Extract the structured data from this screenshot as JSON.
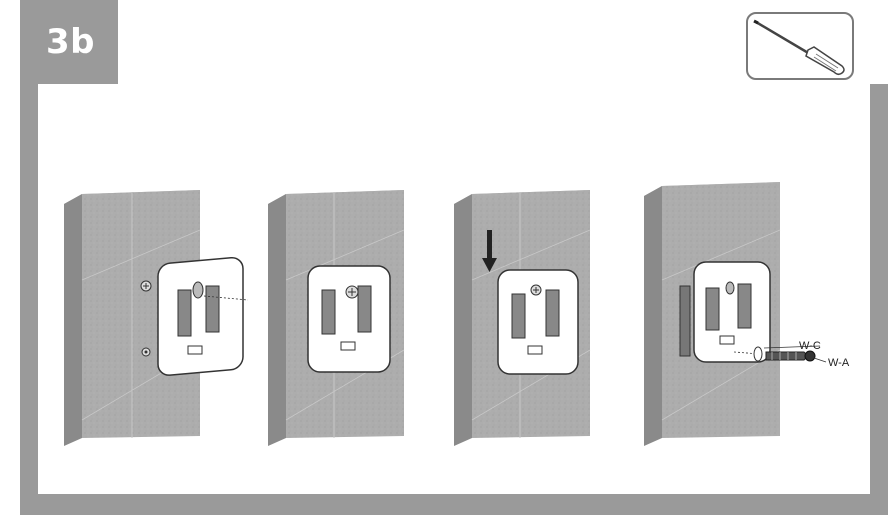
{
  "step": {
    "label": "3b"
  },
  "tool": {
    "icon": "screwdriver-icon"
  },
  "panels": [
    {
      "name": "panel-1",
      "action": "position-bracket-on-screws"
    },
    {
      "name": "panel-2",
      "action": "slide-bracket-over-screw-heads"
    },
    {
      "name": "panel-3",
      "action": "push-bracket-down"
    },
    {
      "name": "panel-4",
      "action": "secure-with-screw-and-washer"
    }
  ],
  "callouts": {
    "washer": "W-C",
    "screw": "W-A"
  },
  "colors": {
    "frame": "#9a9a9a",
    "wall_front": "#a9a9a9",
    "wall_side": "#8c8c8c",
    "wall_top": "#bdbdbd",
    "bracket": "#ffffff"
  }
}
